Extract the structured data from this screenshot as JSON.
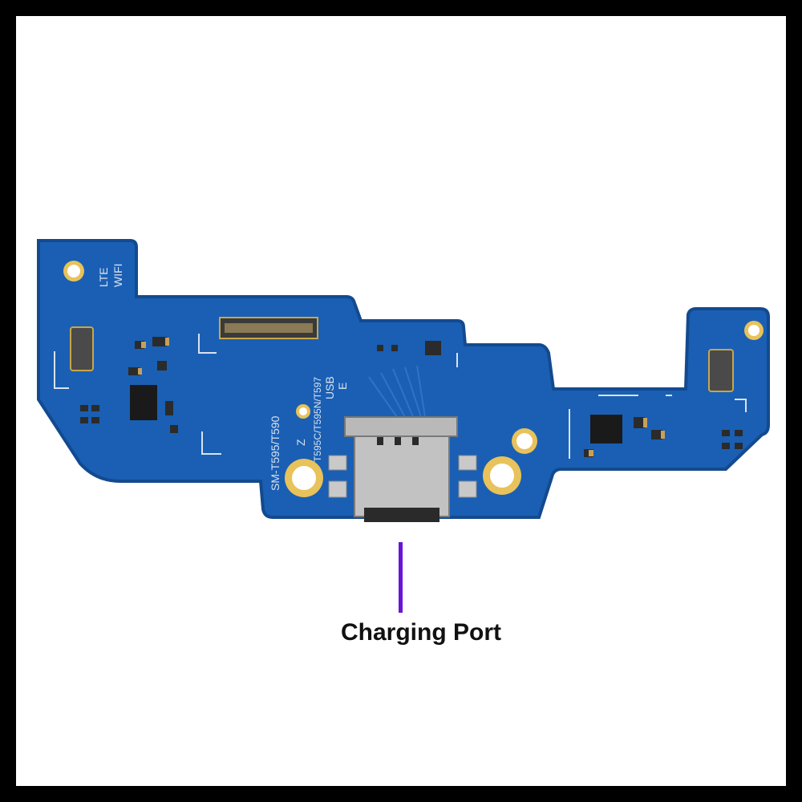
{
  "image": {
    "subject": "charging port flex board",
    "colors": {
      "background": "#ffffff",
      "border": "#000000",
      "pcb": "#1a5fb3",
      "pcb_edge": "#134a8f",
      "silkscreen": "#d9e2ef",
      "callout": "#6a14d6"
    }
  },
  "silkscreen": {
    "lte": "LTE",
    "wifi": "WIFI",
    "model": "SM-T595/T590",
    "variants": "T595C/T595N/T597",
    "usb": "USB",
    "letter_e": "E",
    "letter_z": "Z"
  },
  "callout": {
    "label": "Charging Port"
  }
}
